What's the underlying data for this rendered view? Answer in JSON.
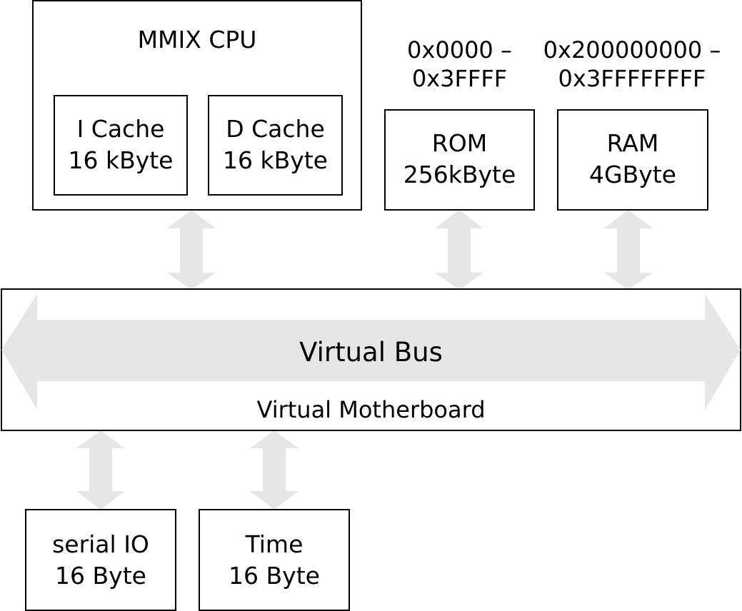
{
  "cpu": {
    "title": "MMIX CPU",
    "icache": {
      "line1": "I Cache",
      "line2": "16 kByte"
    },
    "dcache": {
      "line1": "D Cache",
      "line2": "16 kByte"
    }
  },
  "rom": {
    "address_line1": "0x0000 –",
    "address_line2": "0x3FFFF",
    "line1": "ROM",
    "line2": "256kByte"
  },
  "ram": {
    "address_line1": "0x200000000 –",
    "address_line2": "0x3FFFFFFFF",
    "line1": "RAM",
    "line2": "4GByte"
  },
  "bus": {
    "label": "Virtual Bus",
    "motherboard_label": "Virtual Motherboard"
  },
  "serial_io": {
    "line1": "serial IO",
    "line2": "16 Byte"
  },
  "time": {
    "line1": "Time",
    "line2": "16 Byte"
  },
  "colors": {
    "arrow": "#e6e6e6",
    "border": "#000000",
    "background": "#ffffff"
  }
}
